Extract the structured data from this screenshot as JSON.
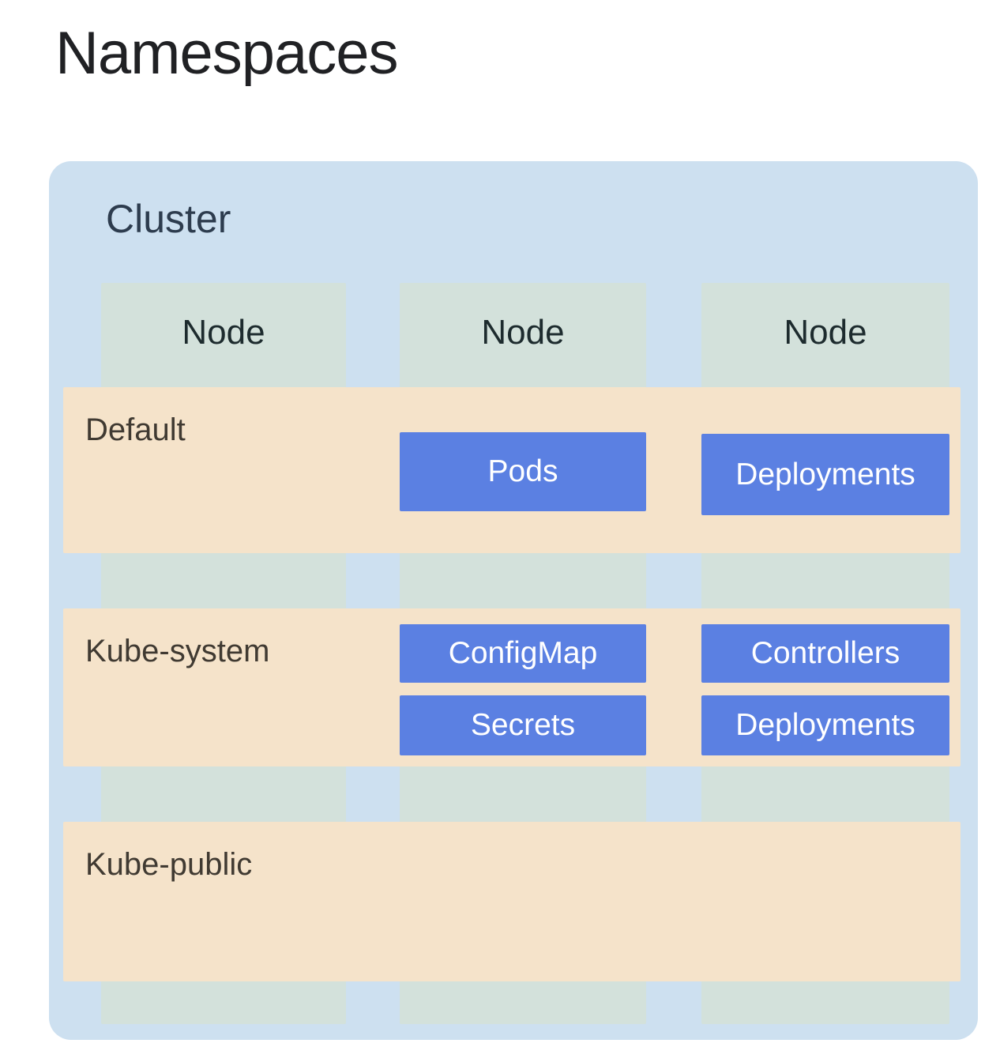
{
  "page": {
    "title": "Namespaces"
  },
  "cluster": {
    "label": "Cluster"
  },
  "nodes": [
    {
      "label": "Node"
    },
    {
      "label": "Node"
    },
    {
      "label": "Node"
    }
  ],
  "namespaces": [
    {
      "label": "Default",
      "resources": [
        {
          "label": "Pods",
          "column": 2
        },
        {
          "label": "Deployments",
          "column": 3
        }
      ]
    },
    {
      "label": "Kube-system",
      "resources": [
        {
          "label": "ConfigMap",
          "column": 2
        },
        {
          "label": "Secrets",
          "column": 2
        },
        {
          "label": "Controllers",
          "column": 3
        },
        {
          "label": "Deployments",
          "column": 3
        }
      ]
    },
    {
      "label": "Kube-public",
      "resources": []
    }
  ],
  "colors": {
    "page_background": "#ffffff",
    "title_text": "#202124",
    "cluster_background": "#cde0f0",
    "cluster_label_text": "#2d3c4e",
    "node_column_background": "#d3e1db",
    "node_label_text": "#1d2b2e",
    "namespace_band_background": "#f5e3ca",
    "namespace_label_text": "#403a32",
    "resource_box_background": "#5b80e2",
    "resource_box_text": "#ffffff"
  }
}
